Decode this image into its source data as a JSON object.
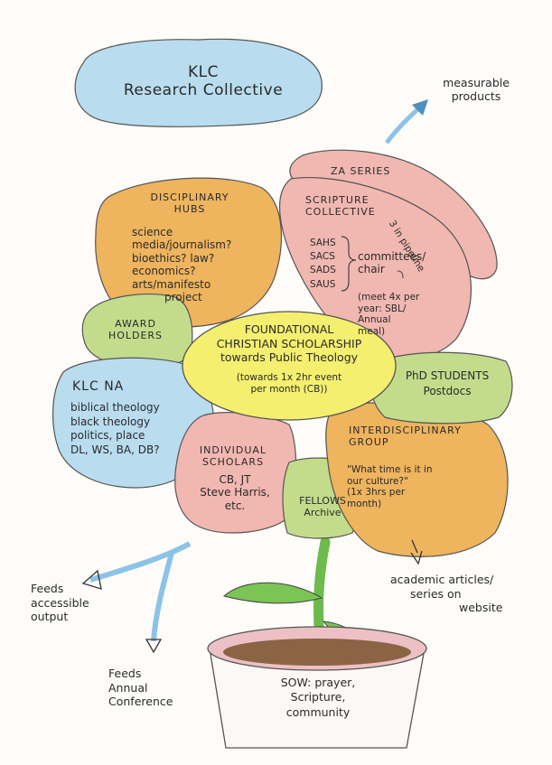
{
  "title": {
    "line1": "KLC",
    "line2": "Research Collective"
  },
  "outputs": {
    "measurable": [
      "measurable",
      "products"
    ],
    "feeds_accessible": [
      "Feeds",
      "accessible",
      "output"
    ],
    "feeds_annual": [
      "Feeds",
      "Annual",
      "Conference"
    ],
    "academic": [
      "academic articles/",
      "series on",
      "website"
    ]
  },
  "petals": {
    "za_series": {
      "title": "ZA SERIES",
      "note": "3 in pipeline"
    },
    "scripture": {
      "heading": [
        "SCRIPTURE",
        "COLLECTIVE"
      ],
      "groups": [
        "SAHS",
        "SACS",
        "SADS",
        "SAUS"
      ],
      "committees": [
        "committees/",
        "chair"
      ],
      "meet": [
        "(meet 4x per",
        "year: SBL/",
        "Annual",
        "meal)"
      ]
    },
    "disciplinary": {
      "heading": [
        "DISCIPLINARY",
        "HUBS"
      ],
      "lines": [
        "science",
        "media/journalism?",
        "bioethics? law?",
        "economics?",
        "arts/manifesto",
        "project"
      ]
    },
    "award": [
      "AWARD",
      "HOLDERS"
    ],
    "klc_na": {
      "heading": "KLC NA",
      "lines": [
        "biblical theology",
        "black theology",
        "politics, place",
        "DL, WS, BA, DB?"
      ]
    },
    "individual": {
      "heading": [
        "INDIVIDUAL",
        "SCHOLARS"
      ],
      "lines": [
        "CB, JT",
        "Steve Harris,",
        "etc."
      ]
    },
    "fellows": {
      "heading": "FELLOWS",
      "sub": "Archive"
    },
    "interdisciplinary": {
      "heading": [
        "INTERDISCIPLINARY",
        "GROUP"
      ],
      "lines": [
        "\"What time is it in",
        "our culture?\"",
        "(1x 3hrs per",
        "month)"
      ]
    },
    "phd": [
      "PhD STUDENTS",
      "Postdocs"
    ]
  },
  "center": {
    "lines": [
      "FOUNDATIONAL",
      "CHRISTIAN SCHOLARSHIP",
      "towards Public Theology"
    ],
    "event": [
      "(towards 1x 2hr event",
      "per month (CB))"
    ]
  },
  "pot": {
    "lines": [
      "SOW: prayer,",
      "Scripture,",
      "community"
    ]
  },
  "colors": {
    "blue": "#b9dcef",
    "pink": "#f1b7b1",
    "orange": "#eeb45e",
    "green": "#c3dc8c",
    "yellow": "#f4ef6e",
    "stem": "#6dbb4c",
    "pot": "#ecc0c4"
  }
}
